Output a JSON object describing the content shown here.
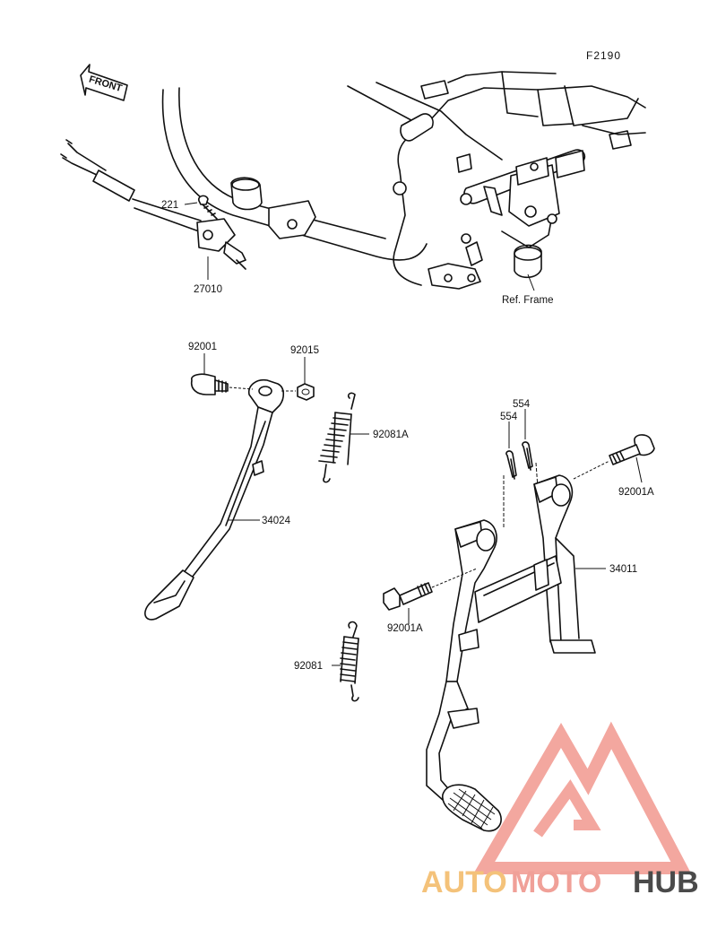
{
  "figure": {
    "code": "F2190",
    "front_label": "FRONT",
    "ref_frame_label": "Ref. Frame"
  },
  "parts": {
    "p221": "221",
    "p27010": "27010",
    "p92001": "92001",
    "p92015": "92015",
    "p92081A": "92081A",
    "p34024": "34024",
    "p554a": "554",
    "p554b": "554",
    "p92001A_upper": "92001A",
    "p34011": "34011",
    "p92001A_lower": "92001A",
    "p92081": "92081"
  },
  "watermark": {
    "part1": "AUTO",
    "part2": "MOTO",
    "part3": "HUB",
    "colors": {
      "auto": "#f4c27a",
      "moto": "#f0a098",
      "hub": "#4a4a4a",
      "logo": "#f08a80"
    }
  }
}
